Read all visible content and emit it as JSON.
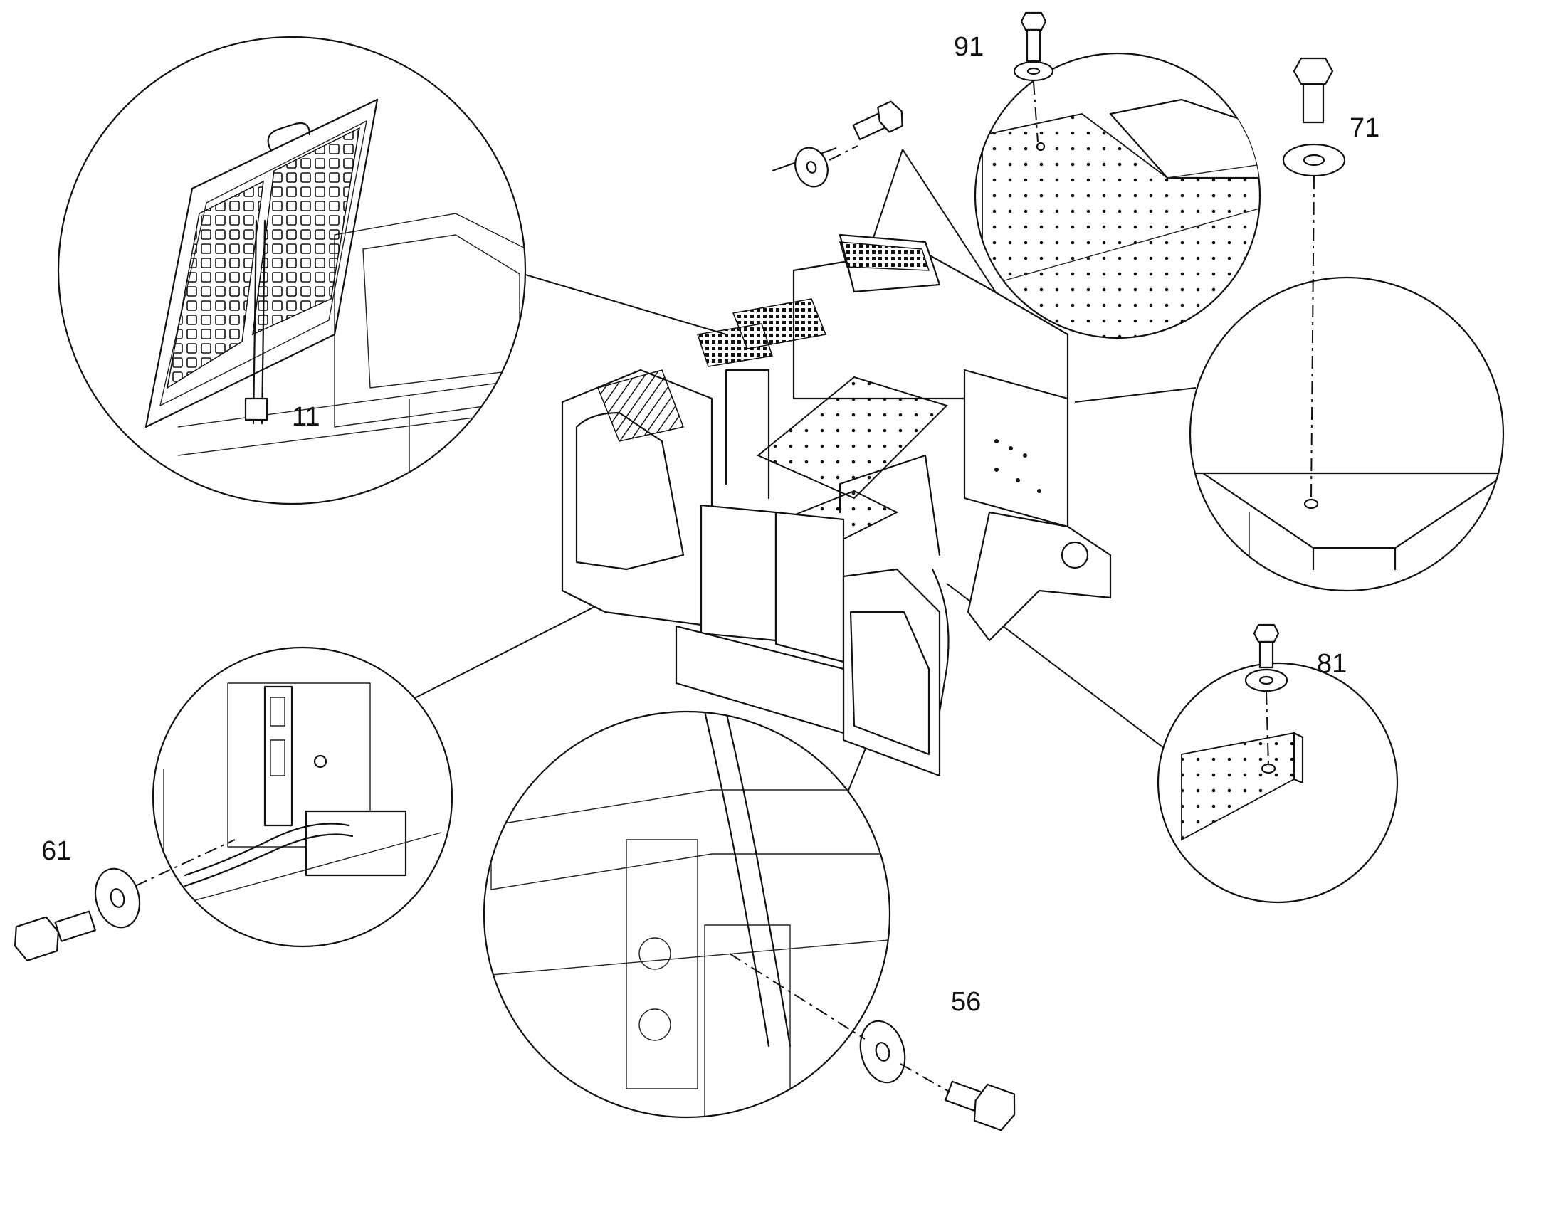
{
  "callouts": {
    "c11": "11",
    "c91": "91",
    "c71": "71",
    "c81": "81",
    "c61": "61",
    "c56": "56"
  }
}
